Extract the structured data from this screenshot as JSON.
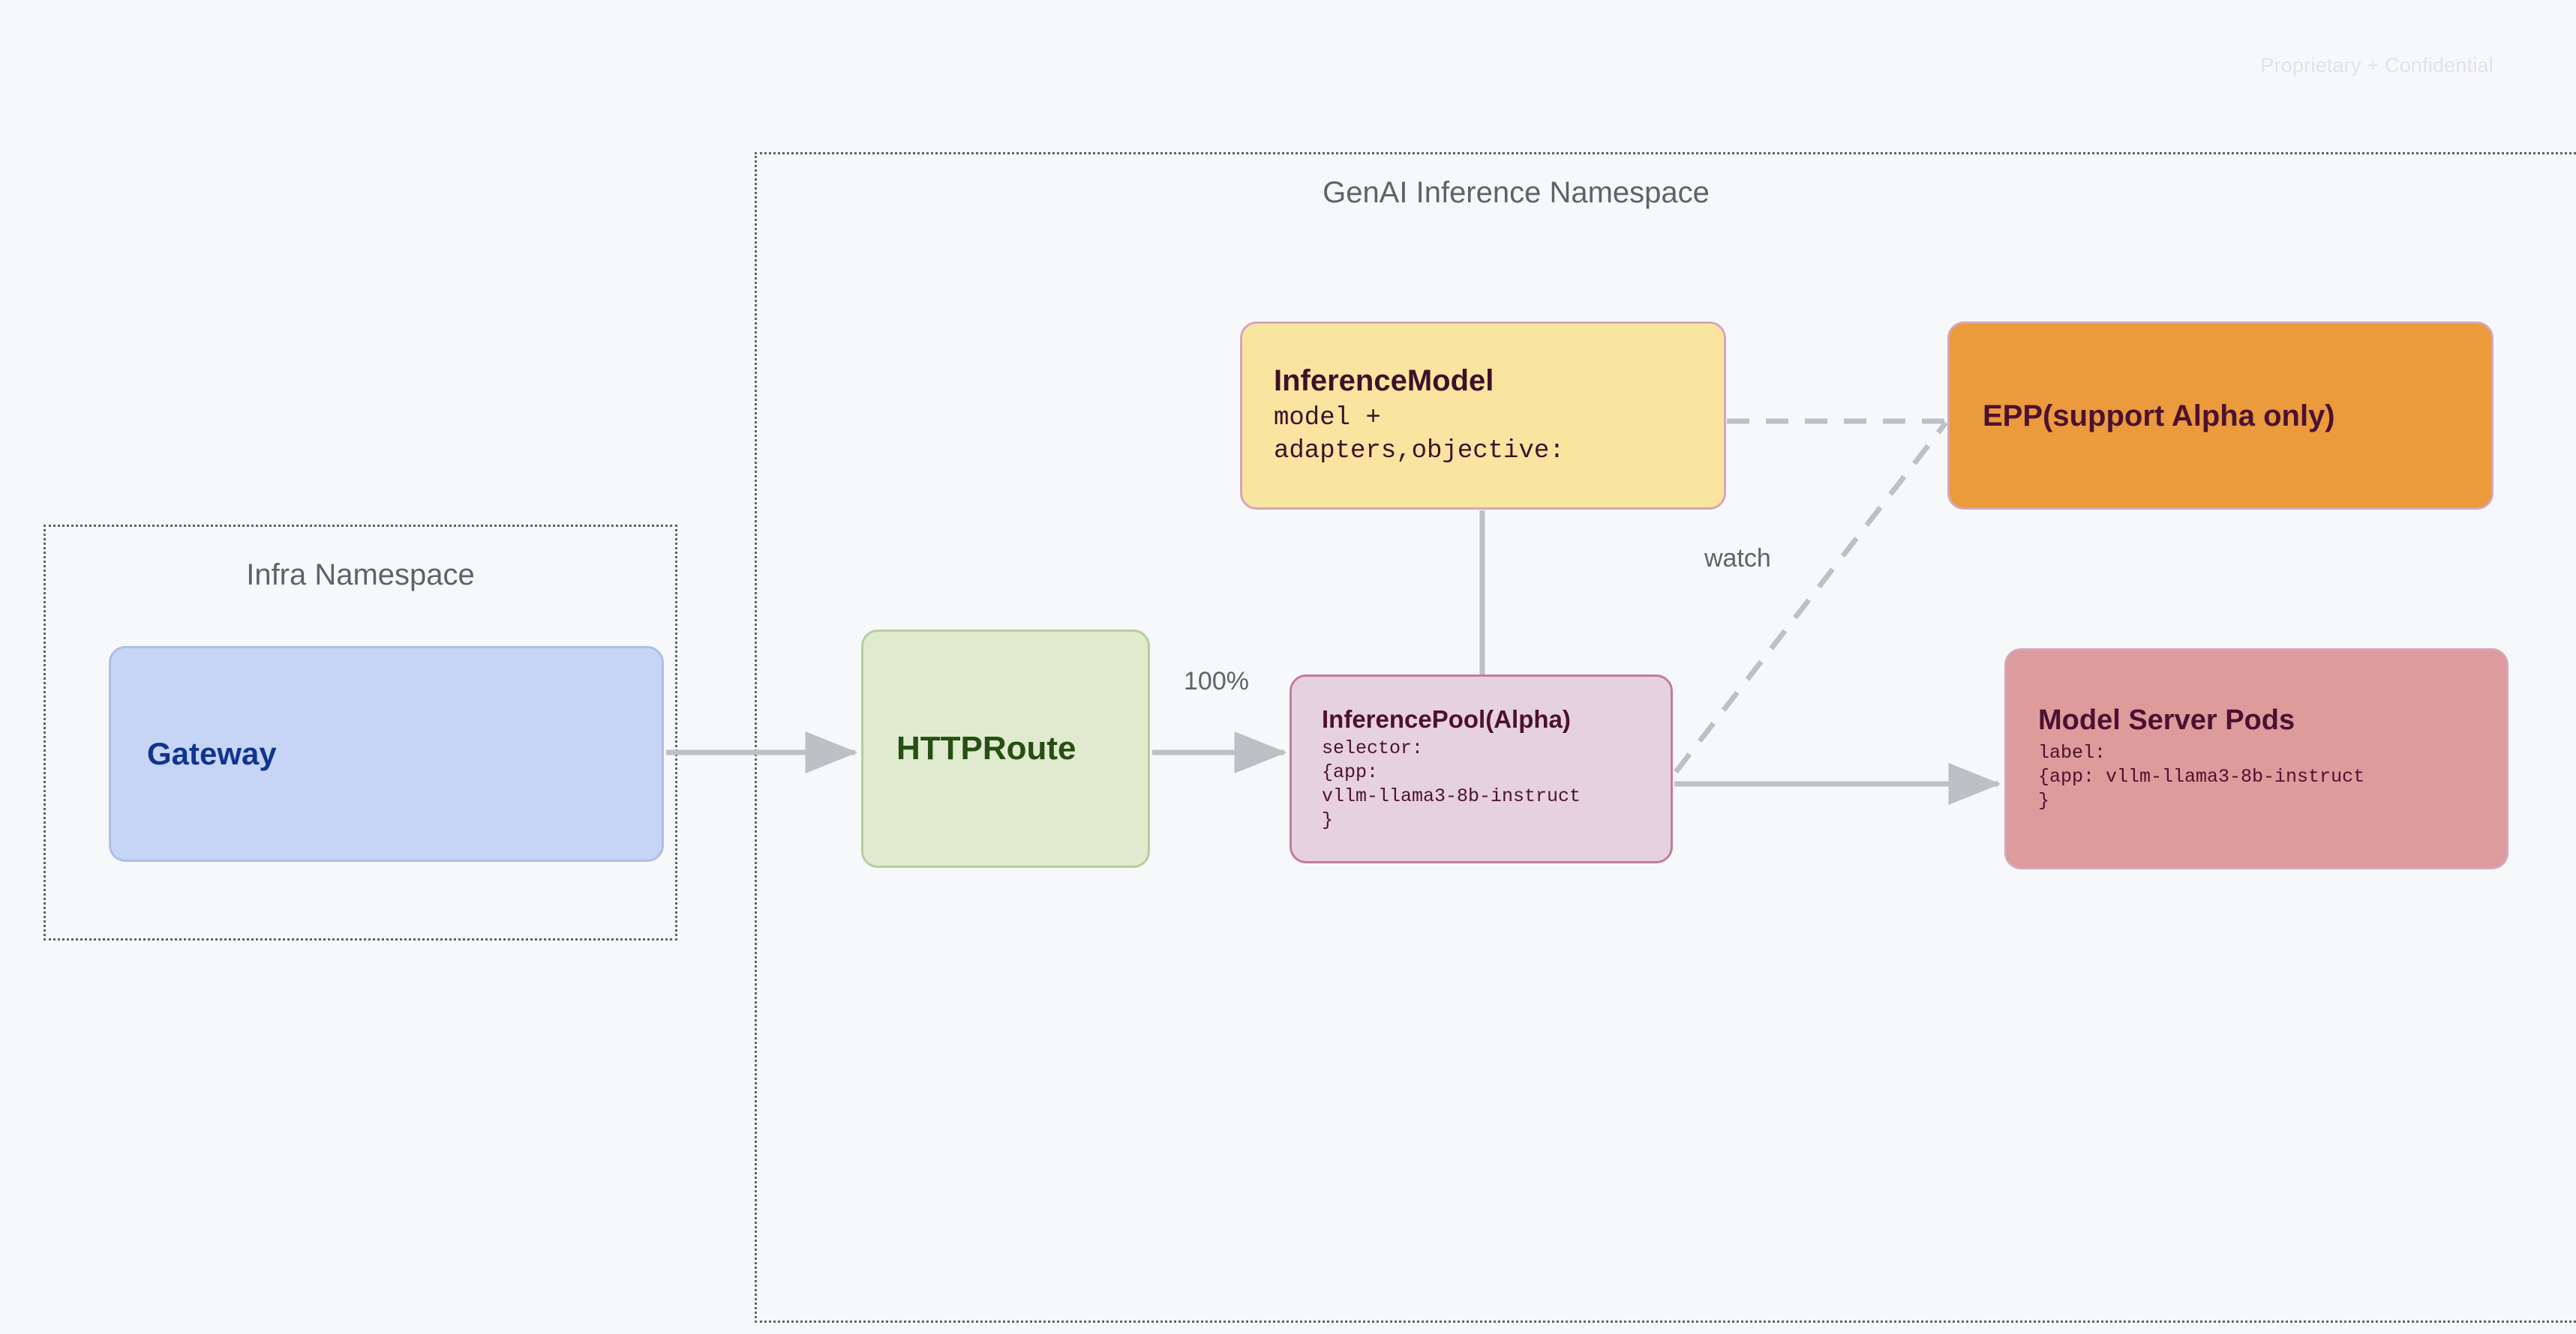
{
  "page": {
    "watermark": "Proprietary + Confidential",
    "background_color": "#f7f8fa"
  },
  "namespaces": [
    {
      "id": "infra",
      "title": "Infra Namespace",
      "border_style": "dotted",
      "border_color": "#5f6368"
    },
    {
      "id": "genai",
      "title": "GenAI Inference Namespace",
      "border_style": "dotted",
      "border_color": "#5f6368"
    }
  ],
  "nodes": {
    "gateway": {
      "title": "Gateway",
      "body": "",
      "fill": "#c6d5f5",
      "border": "#aebfe4",
      "text_color": "#11348f"
    },
    "httproute": {
      "title": "HTTPRoute",
      "body": "",
      "fill": "#dfeacf",
      "border": "#b7ce9c",
      "text_color": "#274e13"
    },
    "inferencemodel": {
      "title": "InferenceModel",
      "body": "model +\nadapters,objective:",
      "fill": "#fae5a0",
      "border": "#d5a6bd",
      "text_color": "#3d1128"
    },
    "inferencepool": {
      "title": "InferencePool(Alpha)",
      "body": "selector:\n{app:\nvllm-llama3-8b-instruct\n}",
      "fill": "#e6d2de",
      "border": "#c27ba0",
      "text_color": "#4c1130"
    },
    "epp": {
      "title": "EPP(support Alpha only)",
      "body": "",
      "fill": "#eb9a3c",
      "border": "#d5a6bd",
      "text_color": "#4c1130"
    },
    "modelserverpods": {
      "title": "Model Server Pods",
      "body": "label:\n{app: vllm-llama3-8b-instruct\n}",
      "fill": "#dd9b9b",
      "border": "#d5a6bd",
      "text_color": "#4c1130"
    }
  },
  "edges": [
    {
      "id": "gateway-to-httproute",
      "from": "gateway",
      "to": "httproute",
      "style": "solid",
      "arrow": true,
      "label": ""
    },
    {
      "id": "httproute-to-inferencepool",
      "from": "httproute",
      "to": "inferencepool",
      "style": "solid",
      "arrow": true,
      "label": "100%"
    },
    {
      "id": "inferencemodel-to-inferencepool",
      "from": "inferencemodel",
      "to": "inferencepool",
      "style": "solid",
      "arrow": false,
      "label": ""
    },
    {
      "id": "inferencepool-to-modelserverpods",
      "from": "inferencepool",
      "to": "modelserverpods",
      "style": "solid",
      "arrow": true,
      "label": ""
    },
    {
      "id": "inferencemodel-to-epp",
      "from": "inferencemodel",
      "to": "epp",
      "style": "dashed",
      "arrow": false,
      "label": ""
    },
    {
      "id": "inferencepool-to-epp",
      "from": "inferencepool",
      "to": "epp",
      "style": "dashed",
      "arrow": false,
      "label": "watch"
    }
  ],
  "edge_labels": {
    "percent": "100%",
    "watch": "watch"
  },
  "colors": {
    "connector": "#bdc1c6",
    "namespace_border": "#5f6368",
    "muted_text": "#5f6368"
  }
}
